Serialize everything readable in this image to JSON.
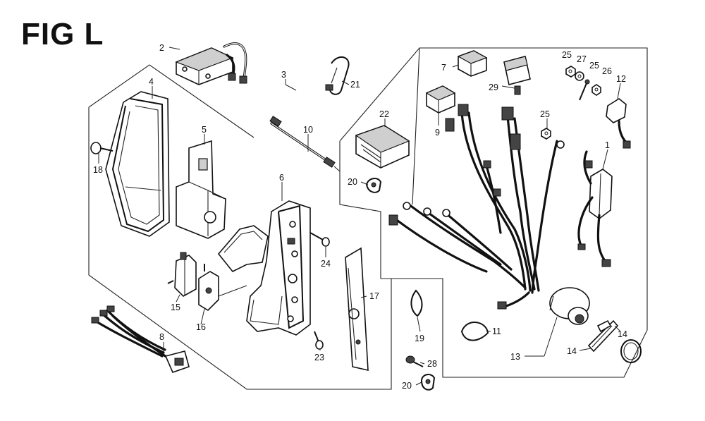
{
  "figure": {
    "title": "FIG L"
  },
  "callouts": {
    "c1": "1",
    "c2": "2",
    "c3": "3",
    "c4": "4",
    "c5": "5",
    "c6": "6",
    "c7": "7",
    "c8": "8",
    "c9": "9",
    "c10": "10",
    "c11": "11",
    "c12": "12",
    "c13": "13",
    "c14a": "14",
    "c14b": "14",
    "c15": "15",
    "c16": "16",
    "c17": "17",
    "c18": "18",
    "c19": "19",
    "c20a": "20",
    "c20b": "20",
    "c21": "21",
    "c22": "22",
    "c23": "23",
    "c24": "24",
    "c25a": "25",
    "c25b": "25",
    "c25c": "25",
    "c26": "26",
    "c27": "27",
    "c28": "28",
    "c29": "29"
  }
}
